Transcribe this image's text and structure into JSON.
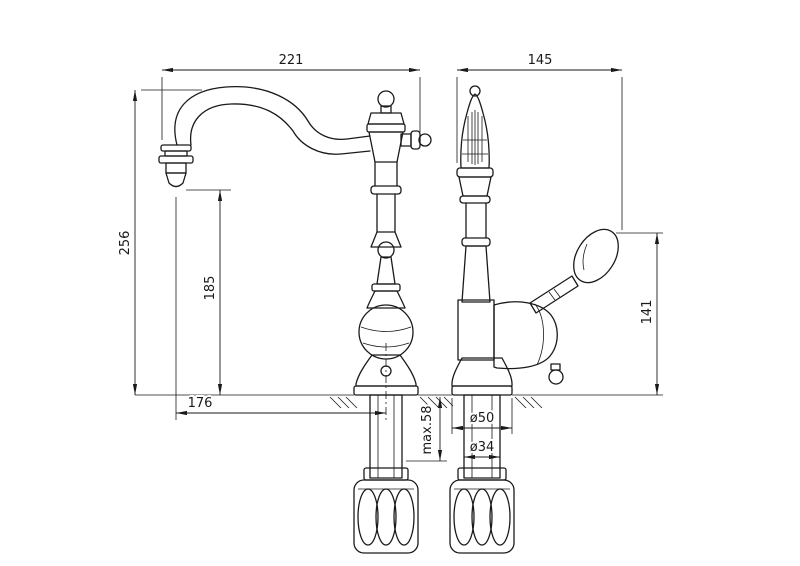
{
  "drawing": {
    "background": "#ffffff",
    "ink": "#1a1a1a",
    "dimensions": {
      "spout_reach": "221",
      "handle_span": "145",
      "overall_height": "256",
      "spout_outlet_height": "185",
      "outlet_offset": "176",
      "handle_height": "141",
      "max_deck_thickness": "max.58",
      "base_diameter": "ø50",
      "shank_diameter": "ø34"
    }
  }
}
